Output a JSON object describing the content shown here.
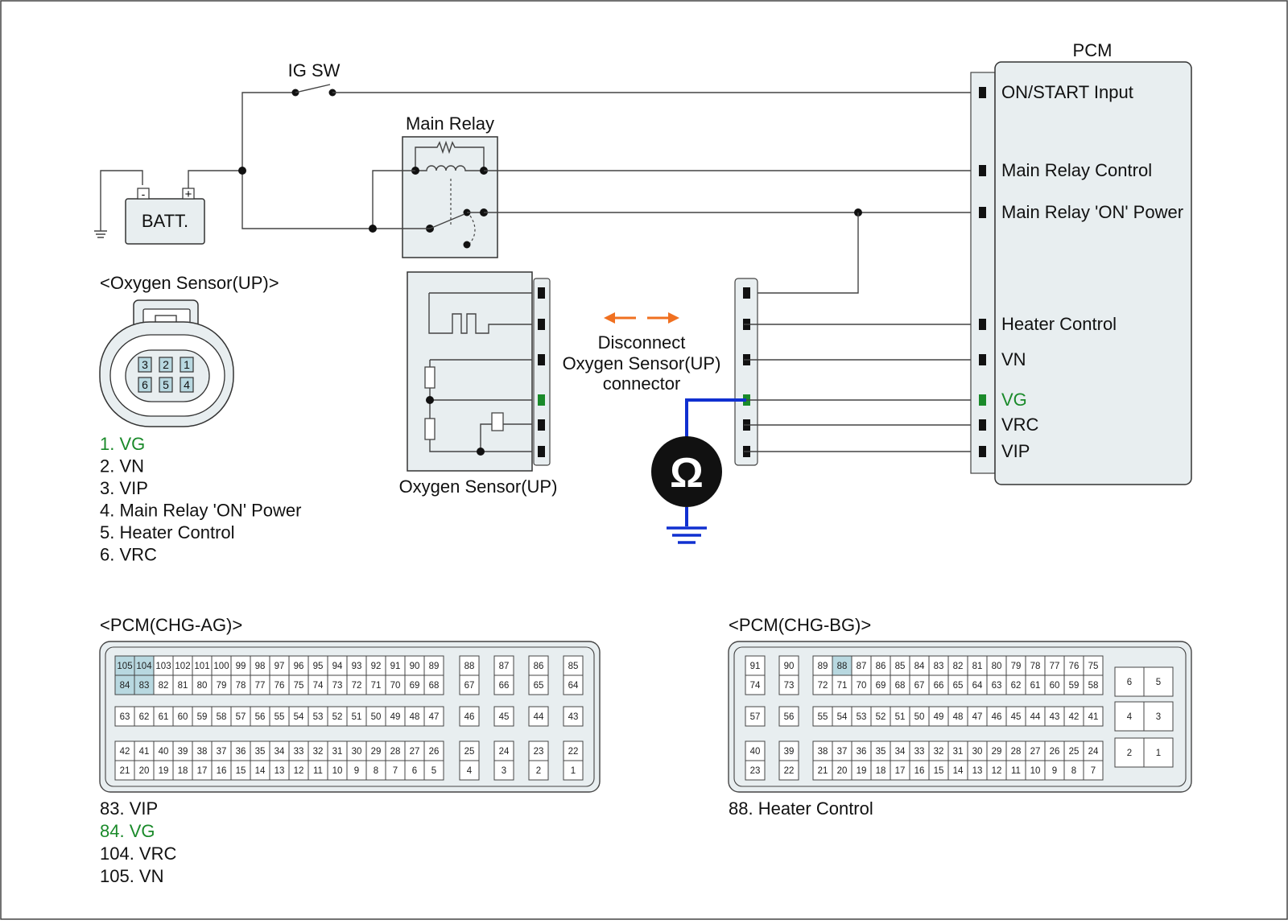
{
  "labels": {
    "ig_sw": "IG SW",
    "main_relay": "Main Relay",
    "batt": "BATT.",
    "batt_minus": "-",
    "batt_plus": "+",
    "pcm": "PCM",
    "o2_connector_title": "<Oxygen Sensor(UP)>",
    "o2_sensor": "Oxygen Sensor(UP)",
    "disconnect": [
      "Disconnect",
      "Oxygen Sensor(UP)",
      "connector"
    ],
    "ohm": "Ω",
    "pcm_ag_title": "<PCM(CHG-AG)>",
    "pcm_bg_title": "<PCM(CHG-BG)>"
  },
  "pcm_pins": [
    {
      "label": "ON/START Input",
      "color": "#111111"
    },
    {
      "label": "Main Relay Control",
      "color": "#111111"
    },
    {
      "label": "Main Relay 'ON' Power",
      "color": "#111111"
    },
    {
      "label": "Heater Control",
      "color": "#111111"
    },
    {
      "label": "VN",
      "color": "#111111"
    },
    {
      "label": "VG",
      "color": "#1a8a2a"
    },
    {
      "label": "VRC",
      "color": "#111111"
    },
    {
      "label": "VIP",
      "color": "#111111"
    }
  ],
  "o2_connector_pins": [
    "3",
    "2",
    "1",
    "6",
    "5",
    "4"
  ],
  "o2_pin_list": [
    {
      "text": "1. VG",
      "color": "#1a8a2a"
    },
    {
      "text": "2. VN",
      "color": "#111111"
    },
    {
      "text": "3. VIP",
      "color": "#111111"
    },
    {
      "text": "4. Main Relay 'ON' Power",
      "color": "#111111"
    },
    {
      "text": "5. Heater Control",
      "color": "#111111"
    },
    {
      "text": "6. VRC",
      "color": "#111111"
    }
  ],
  "pcm_ag": {
    "rows": [
      [
        [
          "105",
          "104",
          "103",
          "102",
          "101",
          "100",
          "99",
          "98",
          "97",
          "96",
          "95",
          "94",
          "93",
          "92",
          "91",
          "90",
          "89"
        ],
        [
          "88"
        ],
        [
          "87"
        ],
        [
          "86"
        ],
        [
          "85"
        ]
      ],
      [
        [
          "84",
          "83",
          "82",
          "81",
          "80",
          "79",
          "78",
          "77",
          "76",
          "75",
          "74",
          "73",
          "72",
          "71",
          "70",
          "69",
          "68"
        ],
        [
          "67"
        ],
        [
          "66"
        ],
        [
          "65"
        ],
        [
          "64"
        ]
      ],
      [
        [
          "63",
          "62",
          "61",
          "60",
          "59",
          "58",
          "57",
          "56",
          "55",
          "54",
          "53",
          "52",
          "51",
          "50",
          "49",
          "48",
          "47"
        ],
        [
          "46"
        ],
        [
          "45"
        ],
        [
          "44"
        ],
        [
          "43"
        ]
      ],
      [
        [
          "42",
          "41",
          "40",
          "39",
          "38",
          "37",
          "36",
          "35",
          "34",
          "33",
          "32",
          "31",
          "30",
          "29",
          "28",
          "27",
          "26"
        ],
        [
          "25"
        ],
        [
          "24"
        ],
        [
          "23"
        ],
        [
          "22"
        ]
      ],
      [
        [
          "21",
          "20",
          "19",
          "18",
          "17",
          "16",
          "15",
          "14",
          "13",
          "12",
          "11",
          "10",
          "9",
          "8",
          "7",
          "6",
          "5"
        ],
        [
          "4"
        ],
        [
          "3"
        ],
        [
          "2"
        ],
        [
          "1"
        ]
      ]
    ],
    "highlight": [
      "105",
      "104",
      "84",
      "83"
    ]
  },
  "pcm_bg": {
    "rows": [
      [
        [
          "91"
        ],
        [
          "90"
        ],
        [
          "89",
          "88",
          "87",
          "86",
          "85",
          "84",
          "83",
          "82",
          "81",
          "80",
          "79",
          "78",
          "77",
          "76",
          "75"
        ]
      ],
      [
        [
          "74"
        ],
        [
          "73"
        ],
        [
          "72",
          "71",
          "70",
          "69",
          "68",
          "67",
          "66",
          "65",
          "64",
          "63",
          "62",
          "61",
          "60",
          "59",
          "58"
        ]
      ],
      [
        [
          "57"
        ],
        [
          "56"
        ],
        [
          "55",
          "54",
          "53",
          "52",
          "51",
          "50",
          "49",
          "48",
          "47",
          "46",
          "45",
          "44",
          "43",
          "42",
          "41"
        ]
      ],
      [
        [
          "40"
        ],
        [
          "39"
        ],
        [
          "38",
          "37",
          "36",
          "35",
          "34",
          "33",
          "32",
          "31",
          "30",
          "29",
          "28",
          "27",
          "26",
          "25",
          "24"
        ]
      ],
      [
        [
          "23"
        ],
        [
          "22"
        ],
        [
          "21",
          "20",
          "19",
          "18",
          "17",
          "16",
          "15",
          "14",
          "13",
          "12",
          "11",
          "10",
          "9",
          "8",
          "7"
        ]
      ]
    ],
    "side": [
      "6",
      "5",
      "4",
      "3",
      "2",
      "1"
    ],
    "highlight": [
      "88"
    ]
  },
  "pcm_ag_list": [
    {
      "text": "83. VIP",
      "color": "#111111"
    },
    {
      "text": "84. VG",
      "color": "#1a8a2a"
    },
    {
      "text": "104. VRC",
      "color": "#111111"
    },
    {
      "text": "105. VN",
      "color": "#111111"
    }
  ],
  "pcm_bg_list": [
    {
      "text": "88. Heater Control",
      "color": "#111111"
    }
  ],
  "colors": {
    "wire": "#444444",
    "highlight_wire": "#1030d0",
    "vg_green": "#1a8a2a",
    "arrow_orange": "#f07020",
    "highlight_cell": "#b8d8e0",
    "panel_fill": "#e8eef0"
  }
}
